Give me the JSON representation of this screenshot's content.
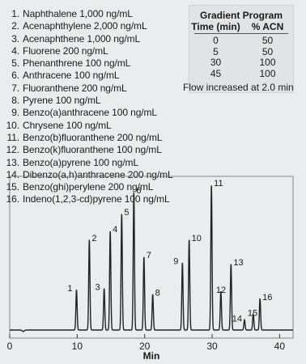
{
  "compounds": [
    {
      "num": "1.",
      "name": "Naphthalene 1,000 ng/mL"
    },
    {
      "num": "2.",
      "name": "Acenaphthylene 2,000 ng/mL"
    },
    {
      "num": "3.",
      "name": "Acenaphthene 1,000 ng/mL"
    },
    {
      "num": "4.",
      "name": "Fluorene 200 ng/mL"
    },
    {
      "num": "5.",
      "name": "Phenanthrene 100 ng/mL"
    },
    {
      "num": "6.",
      "name": "Anthracene 100 ng/mL"
    },
    {
      "num": "7.",
      "name": "Fluoranthene 200 ng/mL"
    },
    {
      "num": "8.",
      "name": "Pyrene 100 ng/mL"
    },
    {
      "num": "9.",
      "name": "Benzo(a)anthracene 100 ng/mL"
    },
    {
      "num": "10.",
      "name": "Chrysene 100 ng/mL"
    },
    {
      "num": "11.",
      "name": "Benzo(b)fluoranthene 200 ng/mL"
    },
    {
      "num": "12.",
      "name": "Benzo(k)fluoranthene 100 ng/mL"
    },
    {
      "num": "13.",
      "name": "Benzo(a)pyrene 100 ng/mL"
    },
    {
      "num": "14.",
      "name": "Dibenzo(a,h)anthracene 200 ng/mL"
    },
    {
      "num": "15.",
      "name": "Benzo(ghi)perylene 200 ng/mL"
    },
    {
      "num": "16.",
      "name": "Indeno(1,2,3-cd)pyrene 100 ng/mL"
    }
  ],
  "gradient": {
    "title": "Gradient Program",
    "col_time": "Time (min)",
    "col_acn": "% ACN",
    "rows": [
      {
        "time": "0",
        "acn": "50"
      },
      {
        "time": "5",
        "acn": "50"
      },
      {
        "time": "30",
        "acn": "100"
      },
      {
        "time": "45",
        "acn": "100"
      }
    ],
    "note": "Flow increased at 2.0 min"
  },
  "chart_data": {
    "type": "line",
    "xlabel": "Min",
    "ylabel": "",
    "xlim": [
      0,
      42
    ],
    "x_ticks": [
      0,
      10,
      20,
      30,
      40
    ],
    "y_relative_range": [
      0,
      100
    ],
    "grid": false,
    "peaks": [
      {
        "label": "1",
        "x": 9.9,
        "height": 28
      },
      {
        "label": "2",
        "x": 11.8,
        "height": 63
      },
      {
        "label": "3",
        "x": 14.0,
        "height": 29
      },
      {
        "label": "4",
        "x": 14.9,
        "height": 69
      },
      {
        "label": "5",
        "x": 16.6,
        "height": 81
      },
      {
        "label": "6",
        "x": 18.4,
        "height": 96
      },
      {
        "label": "7",
        "x": 19.9,
        "height": 51
      },
      {
        "label": "8",
        "x": 21.2,
        "height": 25
      },
      {
        "label": "9",
        "x": 25.6,
        "height": 47
      },
      {
        "label": "10",
        "x": 26.6,
        "height": 63
      },
      {
        "label": "11",
        "x": 29.9,
        "height": 101
      },
      {
        "label": "12",
        "x": 31.3,
        "height": 27
      },
      {
        "label": "13",
        "x": 32.8,
        "height": 46
      },
      {
        "label": "14",
        "x": 34.8,
        "height": 7
      },
      {
        "label": "15",
        "x": 36.1,
        "height": 11
      },
      {
        "label": "16",
        "x": 37.1,
        "height": 22
      }
    ],
    "baseline_disturbance": {
      "x": 2.0,
      "depth": 1
    }
  }
}
